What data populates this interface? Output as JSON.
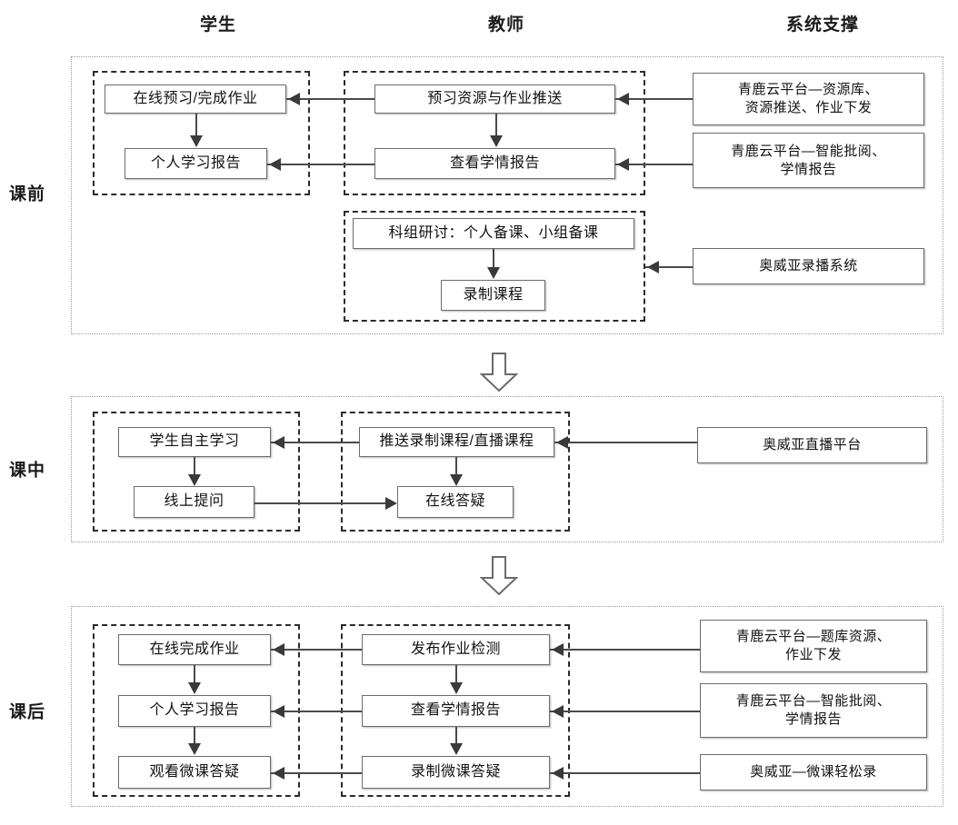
{
  "columns": [
    {
      "id": "student",
      "label": "学生"
    },
    {
      "id": "teacher",
      "label": "教师"
    },
    {
      "id": "system",
      "label": "系统支撑"
    }
  ],
  "phases": [
    {
      "id": "before-class",
      "label": "课前",
      "student_nodes": [
        {
          "id": "online-preview-homework",
          "label": "在线预习/完成作业"
        },
        {
          "id": "personal-learning-report",
          "label": "个人学习报告"
        }
      ],
      "teacher_nodes": [
        {
          "id": "push-preview-resources",
          "label": "预习资源与作业推送"
        },
        {
          "id": "view-learning-report",
          "label": "查看学情报告"
        },
        {
          "id": "group-discussion",
          "label": "科组研讨：个人备课、小组备课"
        },
        {
          "id": "record-course",
          "label": "录制课程"
        }
      ],
      "system_nodes": [
        {
          "id": "qinglu-resource-lib",
          "label": "青鹿云平台—资源库、\n资源推送、作业下发"
        },
        {
          "id": "qinglu-smart-grading",
          "label": "青鹿云平台—智能批阅、\n学情报告"
        },
        {
          "id": "aowei-recording-system",
          "label": "奥威亚录播系统"
        }
      ]
    },
    {
      "id": "during-class",
      "label": "课中",
      "student_nodes": [
        {
          "id": "student-self-study",
          "label": "学生自主学习"
        },
        {
          "id": "online-question",
          "label": "线上提问"
        }
      ],
      "teacher_nodes": [
        {
          "id": "push-recorded-live-course",
          "label": "推送录制课程/直播课程"
        },
        {
          "id": "online-answering",
          "label": "在线答疑"
        }
      ],
      "system_nodes": [
        {
          "id": "aowei-live-platform",
          "label": "奥威亚直播平台"
        }
      ]
    },
    {
      "id": "after-class",
      "label": "课后",
      "student_nodes": [
        {
          "id": "online-finish-homework",
          "label": "在线完成作业"
        },
        {
          "id": "personal-learning-report-after",
          "label": "个人学习报告"
        },
        {
          "id": "watch-microlesson-qa",
          "label": "观看微课答疑"
        }
      ],
      "teacher_nodes": [
        {
          "id": "publish-homework-test",
          "label": "发布作业检测"
        },
        {
          "id": "view-learning-report-after",
          "label": "查看学情报告"
        },
        {
          "id": "record-microlesson-qa",
          "label": "录制微课答疑"
        }
      ],
      "system_nodes": [
        {
          "id": "qinglu-question-bank",
          "label": "青鹿云平台—题库资源、\n作业下发"
        },
        {
          "id": "qinglu-smart-grading-after",
          "label": "青鹿云平台—智能批阅、\n学情报告"
        },
        {
          "id": "aowei-microlesson-easy-record",
          "label": "奥威亚—微课轻松录"
        }
      ]
    }
  ],
  "flow_connectors": {
    "phase_transition_icon": "down-block-arrow",
    "count": 2
  },
  "colors": {
    "node_border": "#6b6b6b",
    "lane_border": "#2b2b2b",
    "outer_border": "#9a9a9a",
    "connector": "#4a4a4a",
    "text": "#111111",
    "background": "#ffffff"
  }
}
